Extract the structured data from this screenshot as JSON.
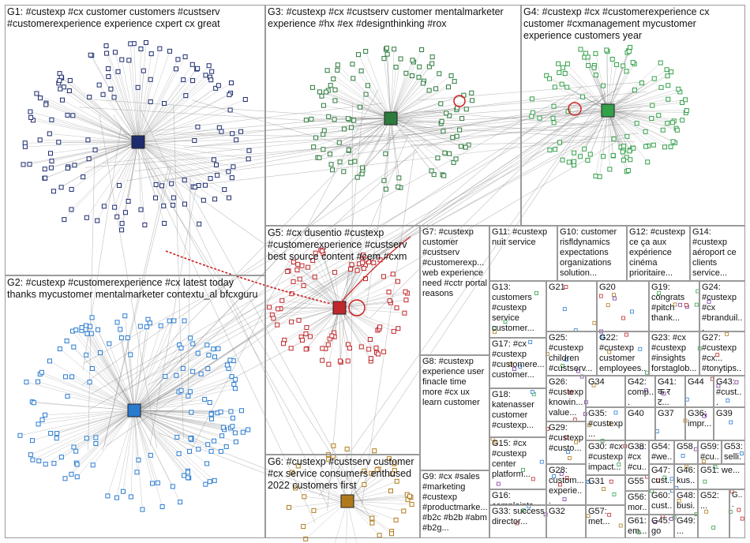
{
  "diagram": {
    "type": "network-clusters",
    "colors": {
      "g1": "#1d2b6e",
      "g2": "#2a7bd0",
      "g3": "#2c7a3c",
      "g4": "#33a04a",
      "g5": "#c0282c",
      "g6": "#b07a1c",
      "edge": "#8a8a8a",
      "boxborder": "#9a9a9a"
    }
  },
  "groups": [
    {
      "id": "G1",
      "label": "G1: #custexp #cx customer customers #custserv #customerexperience experience cxpert cx great"
    },
    {
      "id": "G2",
      "label": "G2: #custexp #customerexperience #cx latest today thanks mycustomer mentalmarketer contextu_al bfcxguru"
    },
    {
      "id": "G3",
      "label": "G3: #custexp #cx #custserv customer mentalmarketer experience #hx #ex #designthinking #rox"
    },
    {
      "id": "G4",
      "label": "G4: #custexp #cx #customerexperience cx customer #cxmanagement mycustomer experience customers year"
    },
    {
      "id": "G5",
      "label": "G5: #cx dusentio #custexp #customerexperience #custserv best source content #cem #cxm"
    },
    {
      "id": "G6",
      "label": "G6: #custexp #custserv customer #cx service consumers enthused 2022 customers first"
    },
    {
      "id": "G7",
      "label": "G7: #custexp customer #custserv #customerexp... web experience need #cctr portal reasons"
    },
    {
      "id": "G8",
      "label": "G8: #custexp experience user finacle time more #cx ux learn customer"
    },
    {
      "id": "G9",
      "label": "G9: #cx #sales #marketing #custexp #productmarke... #b2c #b2b #abm #b2g..."
    },
    {
      "id": "G10",
      "label": "G10: customer risfldynamics expectations organizations solution..."
    },
    {
      "id": "G11",
      "label": "G11: #custexp nuit service"
    },
    {
      "id": "G12",
      "label": "G12: #custexp ce ça aux expérience cinéma prioritaire..."
    },
    {
      "id": "G13",
      "label": "G13: customers #custexp service customer..."
    },
    {
      "id": "G14",
      "label": "G14: #custexp aéroport ce clients service..."
    },
    {
      "id": "G15",
      "label": "G15: #cx #custexp center platform..."
    },
    {
      "id": "G16",
      "label": "G16: complaints"
    },
    {
      "id": "G17",
      "label": "G17: #cx #custexp #customere... customer..."
    },
    {
      "id": "G18",
      "label": "G18: katenasser customer #custexp..."
    },
    {
      "id": "G19",
      "label": "G19: congrats #pitch thank..."
    },
    {
      "id": "G20",
      "label": "G20"
    },
    {
      "id": "G21",
      "label": "G21"
    },
    {
      "id": "G22",
      "label": "G22: #custexp customer employees..."
    },
    {
      "id": "G23",
      "label": "G23: #cx #custexp #insights forstaglob..."
    },
    {
      "id": "G24",
      "label": "G24: #custexp #cx #branduil..."
    },
    {
      "id": "G25",
      "label": "G25: #custexp children #custserv..."
    },
    {
      "id": "G26",
      "label": "G26: #custexp knowin... value..."
    },
    {
      "id": "G27",
      "label": "G27: #custexp #cx... #tonytips..."
    },
    {
      "id": "G28",
      "label": "G28: custom... experie..."
    },
    {
      "id": "G29",
      "label": "G29: #custexp #custo..."
    },
    {
      "id": "G30",
      "label": "G30: #cx #custexp impact..."
    },
    {
      "id": "G31",
      "label": "G31"
    },
    {
      "id": "G32",
      "label": "G32"
    },
    {
      "id": "G33",
      "label": "G33: success director..."
    },
    {
      "id": "G34",
      "label": "G34"
    },
    {
      "id": "G35",
      "label": "G35: #custexp..."
    },
    {
      "id": "G36",
      "label": "G36: impr..."
    },
    {
      "id": "G37",
      "label": "G37"
    },
    {
      "id": "G38",
      "label": "G38: #cx #cu..."
    },
    {
      "id": "G39",
      "label": "G39"
    },
    {
      "id": "G40",
      "label": "G40"
    },
    {
      "id": "G41",
      "label": "G41: क र ट..."
    },
    {
      "id": "G42",
      "label": "G42: comp..."
    },
    {
      "id": "G43",
      "label": "G43: #cust..."
    },
    {
      "id": "G44",
      "label": "G44"
    },
    {
      "id": "G45",
      "label": "G45: go"
    },
    {
      "id": "G46",
      "label": "G46: kus..."
    },
    {
      "id": "G47",
      "label": "G47: cust..."
    },
    {
      "id": "G48",
      "label": "G48: busi..."
    },
    {
      "id": "G49",
      "label": "G49: ..."
    },
    {
      "id": "G50",
      "label": "G..."
    },
    {
      "id": "G51",
      "label": "G51: we..."
    },
    {
      "id": "G52",
      "label": "G52: ..."
    },
    {
      "id": "G53",
      "label": "G53: selli..."
    },
    {
      "id": "G54",
      "label": "G54: #we..."
    },
    {
      "id": "G55",
      "label": "G55"
    },
    {
      "id": "G56",
      "label": "G56: mor..."
    },
    {
      "id": "G57",
      "label": "G57: met..."
    },
    {
      "id": "G58",
      "label": "G58"
    },
    {
      "id": "G59",
      "label": "G59: #cu..."
    },
    {
      "id": "G60",
      "label": "G60: cust..."
    },
    {
      "id": "G61",
      "label": "G61: em..."
    }
  ]
}
